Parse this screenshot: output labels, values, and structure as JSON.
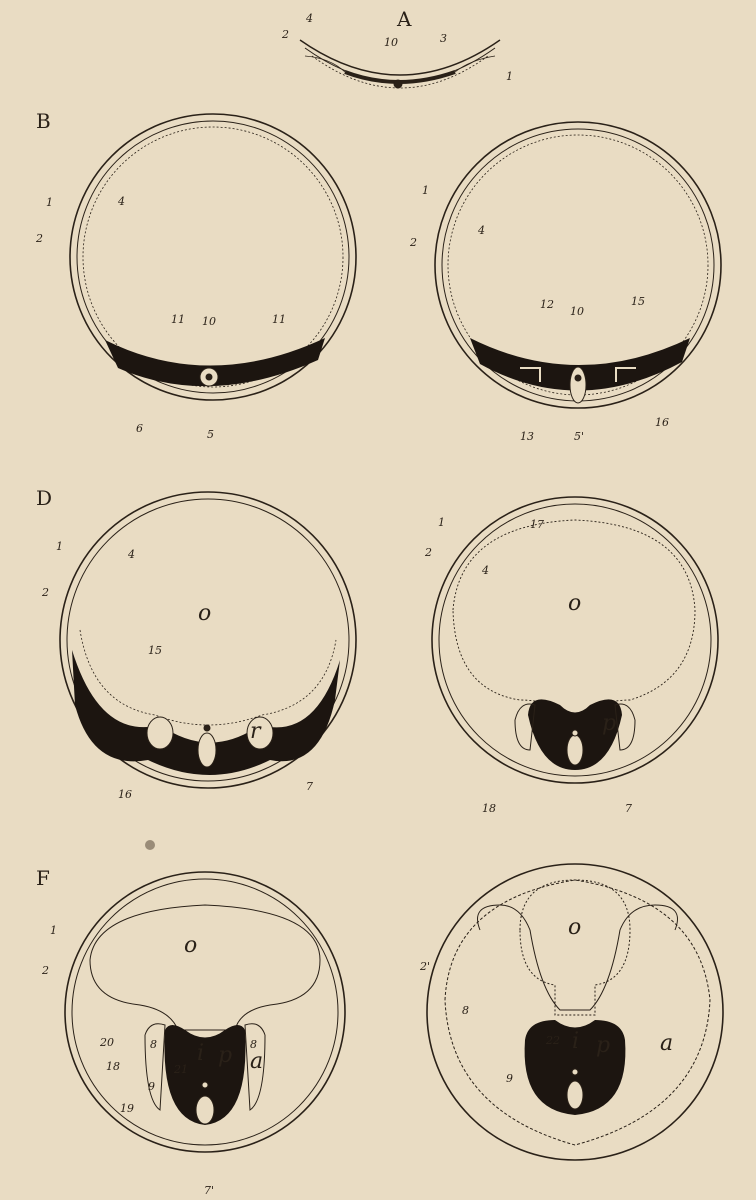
{
  "plate": {
    "colors": {
      "paper": "#e9dcc3",
      "ink": "#2a2118"
    },
    "panel_letters": [
      "A",
      "B",
      "D",
      "F"
    ],
    "figures": [
      {
        "id": "A",
        "labels": [
          "2",
          "4",
          "10",
          "3",
          "1"
        ]
      },
      {
        "id": "B-left",
        "labels": [
          "1",
          "2",
          "4",
          "11",
          "10",
          "11",
          "6",
          "5"
        ]
      },
      {
        "id": "B-right",
        "labels": [
          "1",
          "2",
          "4",
          "12",
          "10",
          "15",
          "13",
          "5'",
          "16"
        ]
      },
      {
        "id": "D-left",
        "labels": [
          "1",
          "4",
          "2",
          "o",
          "15",
          "r",
          "16",
          "7"
        ]
      },
      {
        "id": "D-right",
        "labels": [
          "1",
          "17",
          "2",
          "4",
          "o",
          "p",
          "18",
          "7"
        ]
      },
      {
        "id": "F-left",
        "labels": [
          "1",
          "2",
          "o",
          "20",
          "8",
          "i",
          "p",
          "a",
          "8",
          "18",
          "21",
          "9",
          "19",
          "7'"
        ]
      },
      {
        "id": "F-right",
        "labels": [
          "o",
          "2'",
          "8",
          "22",
          "i",
          "p",
          "a",
          "9"
        ]
      }
    ]
  }
}
